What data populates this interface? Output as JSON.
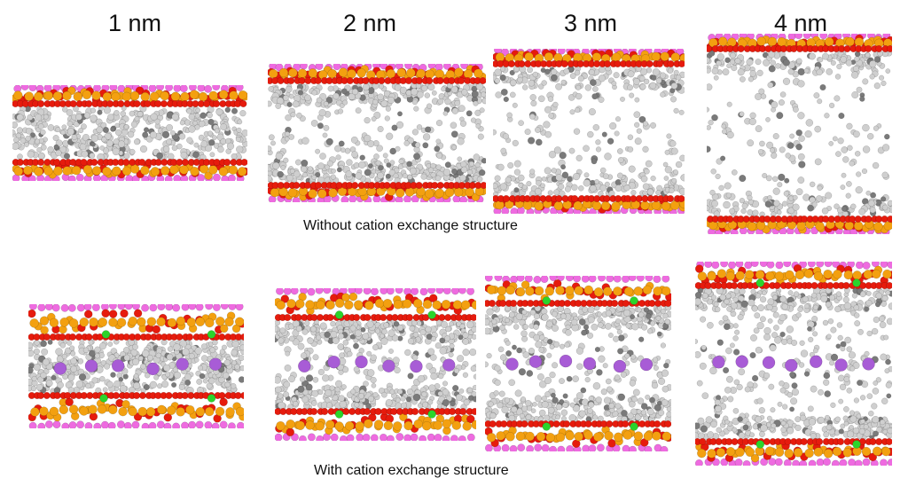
{
  "column_labels": [
    "1 nm",
    "2 nm",
    "3 nm",
    "4 nm"
  ],
  "captions": {
    "without": "Without cation exchange structure",
    "with": "With cation exchange structure"
  },
  "colors": {
    "oxygen": "#e61b0d",
    "silicon": "#f3a010",
    "hydrogen_layer": "#ee6be0",
    "organic": "#cfcfcf",
    "organic_dark": "#7a7a7a",
    "cation": "#a85cd6",
    "dopant": "#2bd42b"
  }
}
